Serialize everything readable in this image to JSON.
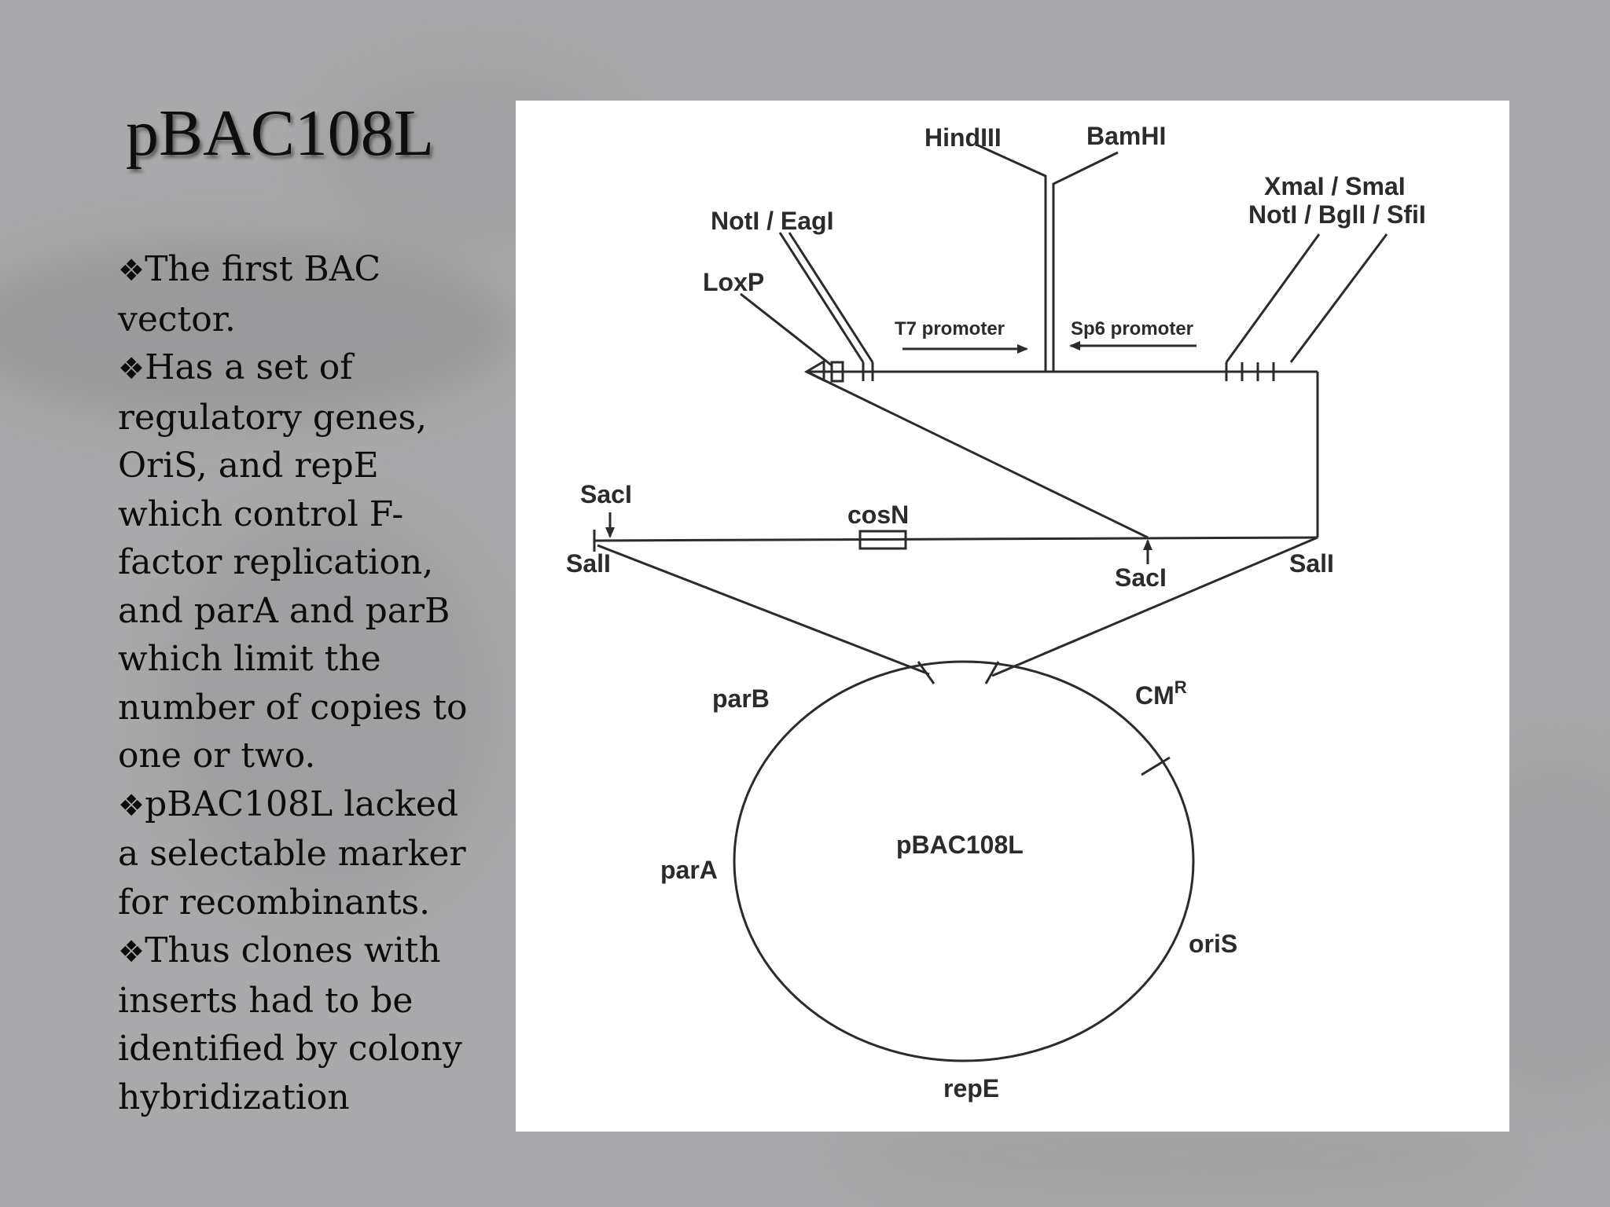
{
  "slide": {
    "title": "pBAC108L",
    "bullets": [
      "The first BAC vector.",
      "Has a set of regulatory genes, OriS, and repE which control F-factor replication, and parA and parB which limit the number of copies to one or two.",
      "pBAC108L lacked a selectable marker for recombinants.",
      "Thus clones with inserts had to be identified by colony hybridization"
    ],
    "bullet_icon": "four-diamond-bullet-icon"
  },
  "diagram": {
    "labels": {
      "hindiii": "HindIII",
      "bamhi": "BamHI",
      "xmai_smai": "XmaI / SmaI",
      "noti_bgli_sfii": "NotI / BglI / SfiI",
      "noti_eagi": "NotI / EagI",
      "loxp": "LoxP",
      "t7_promoter": "T7 promoter",
      "sp6_promoter": "Sp6 promoter",
      "saci_left": "SacI",
      "sali_left": "SalI",
      "cosn": "cosN",
      "saci_right": "SacI",
      "sali_right": "SalI",
      "parb": "parB",
      "cmr": "CM",
      "cmr_sup": "R",
      "para": "parA",
      "plasmid_name": "pBAC108L",
      "oris": "oriS",
      "repe": "repE"
    }
  },
  "colors": {
    "background": "#a9a8aa",
    "panel": "#ffffff",
    "ink": "#2b2b2b"
  }
}
